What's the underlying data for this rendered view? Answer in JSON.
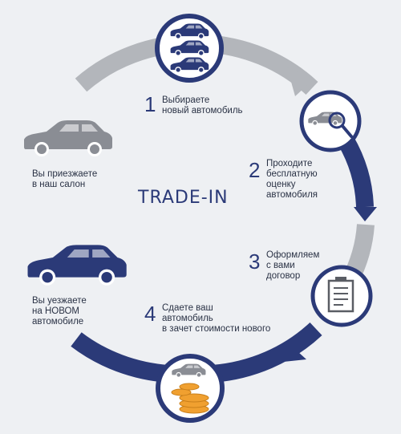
{
  "title": "TRADE-IN",
  "steps": [
    {
      "number": "1",
      "text": "Выбираете\nновый автомобиль"
    },
    {
      "number": "2",
      "text": "Проходите\nбесплатную\nоценку\nавтомобиля"
    },
    {
      "number": "3",
      "text": "Оформляем\nс вами\nдоговор"
    },
    {
      "number": "4",
      "text": "Сдаете ваш\nавтомобиль\nв зачет стоимости нового"
    }
  ],
  "arrive_text": "Вы приезжаете\nв наш салон",
  "leave_text": "Вы уезжаете\nна НОВОМ\nавтомобиле",
  "colors": {
    "navy": "#2b3a78",
    "gray": "#b3b6bb",
    "background": "#eef0f3",
    "coin": "#f0a030"
  },
  "icons": [
    "stacked-cars-icon",
    "car-magnifier-icon",
    "document-icon",
    "car-coins-icon",
    "gray-car-icon",
    "navy-car-icon"
  ]
}
